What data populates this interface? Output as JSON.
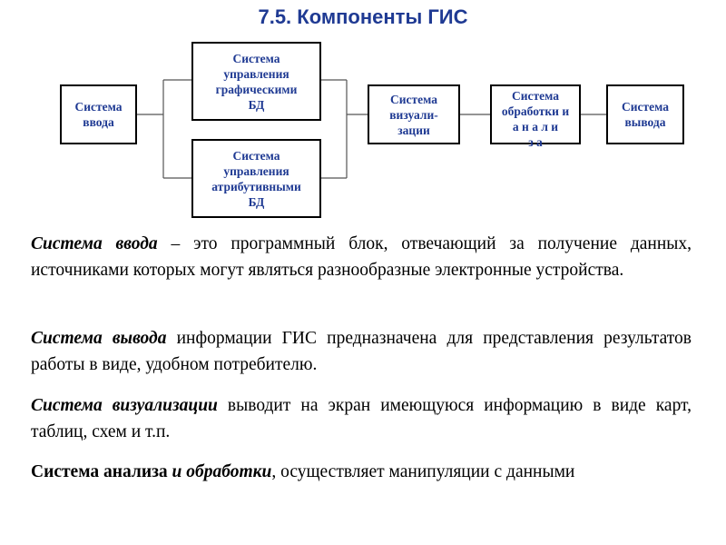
{
  "title": "7.5. Компоненты ГИС",
  "diagram": {
    "input": [
      "Система",
      "ввода"
    ],
    "graphics_db": [
      "Система",
      "управления",
      "графическими",
      "БД"
    ],
    "attribute_db": [
      "Система",
      "управления",
      "атрибутивными",
      "БД"
    ],
    "visualization": [
      "Система",
      "визуали-",
      "зации"
    ],
    "processing": [
      "Система",
      "обработки и",
      "а н а л и",
      "з а"
    ],
    "output": [
      "Система",
      "вывода"
    ]
  },
  "paragraphs": {
    "p1": {
      "term": "Система ввода",
      "text": " – это программный блок, отвечающий за получение данных, источниками которых могут являться разнообразные электронные устройства."
    },
    "p2": {
      "term": "Система вывода",
      "text": " информации ГИС предназначена для представления результатов работы в виде, удобном потребителю."
    },
    "p3": {
      "term": "Система визуализации",
      "text": " выводит на экран имеющуюся информацию в виде карт, таблиц, схем и т.п."
    },
    "p4": {
      "term1": "Система",
      "term2": "анализа",
      "connector": "и",
      "term3": "обработки",
      "text": ", осуществляет манипуляции с данными"
    }
  }
}
